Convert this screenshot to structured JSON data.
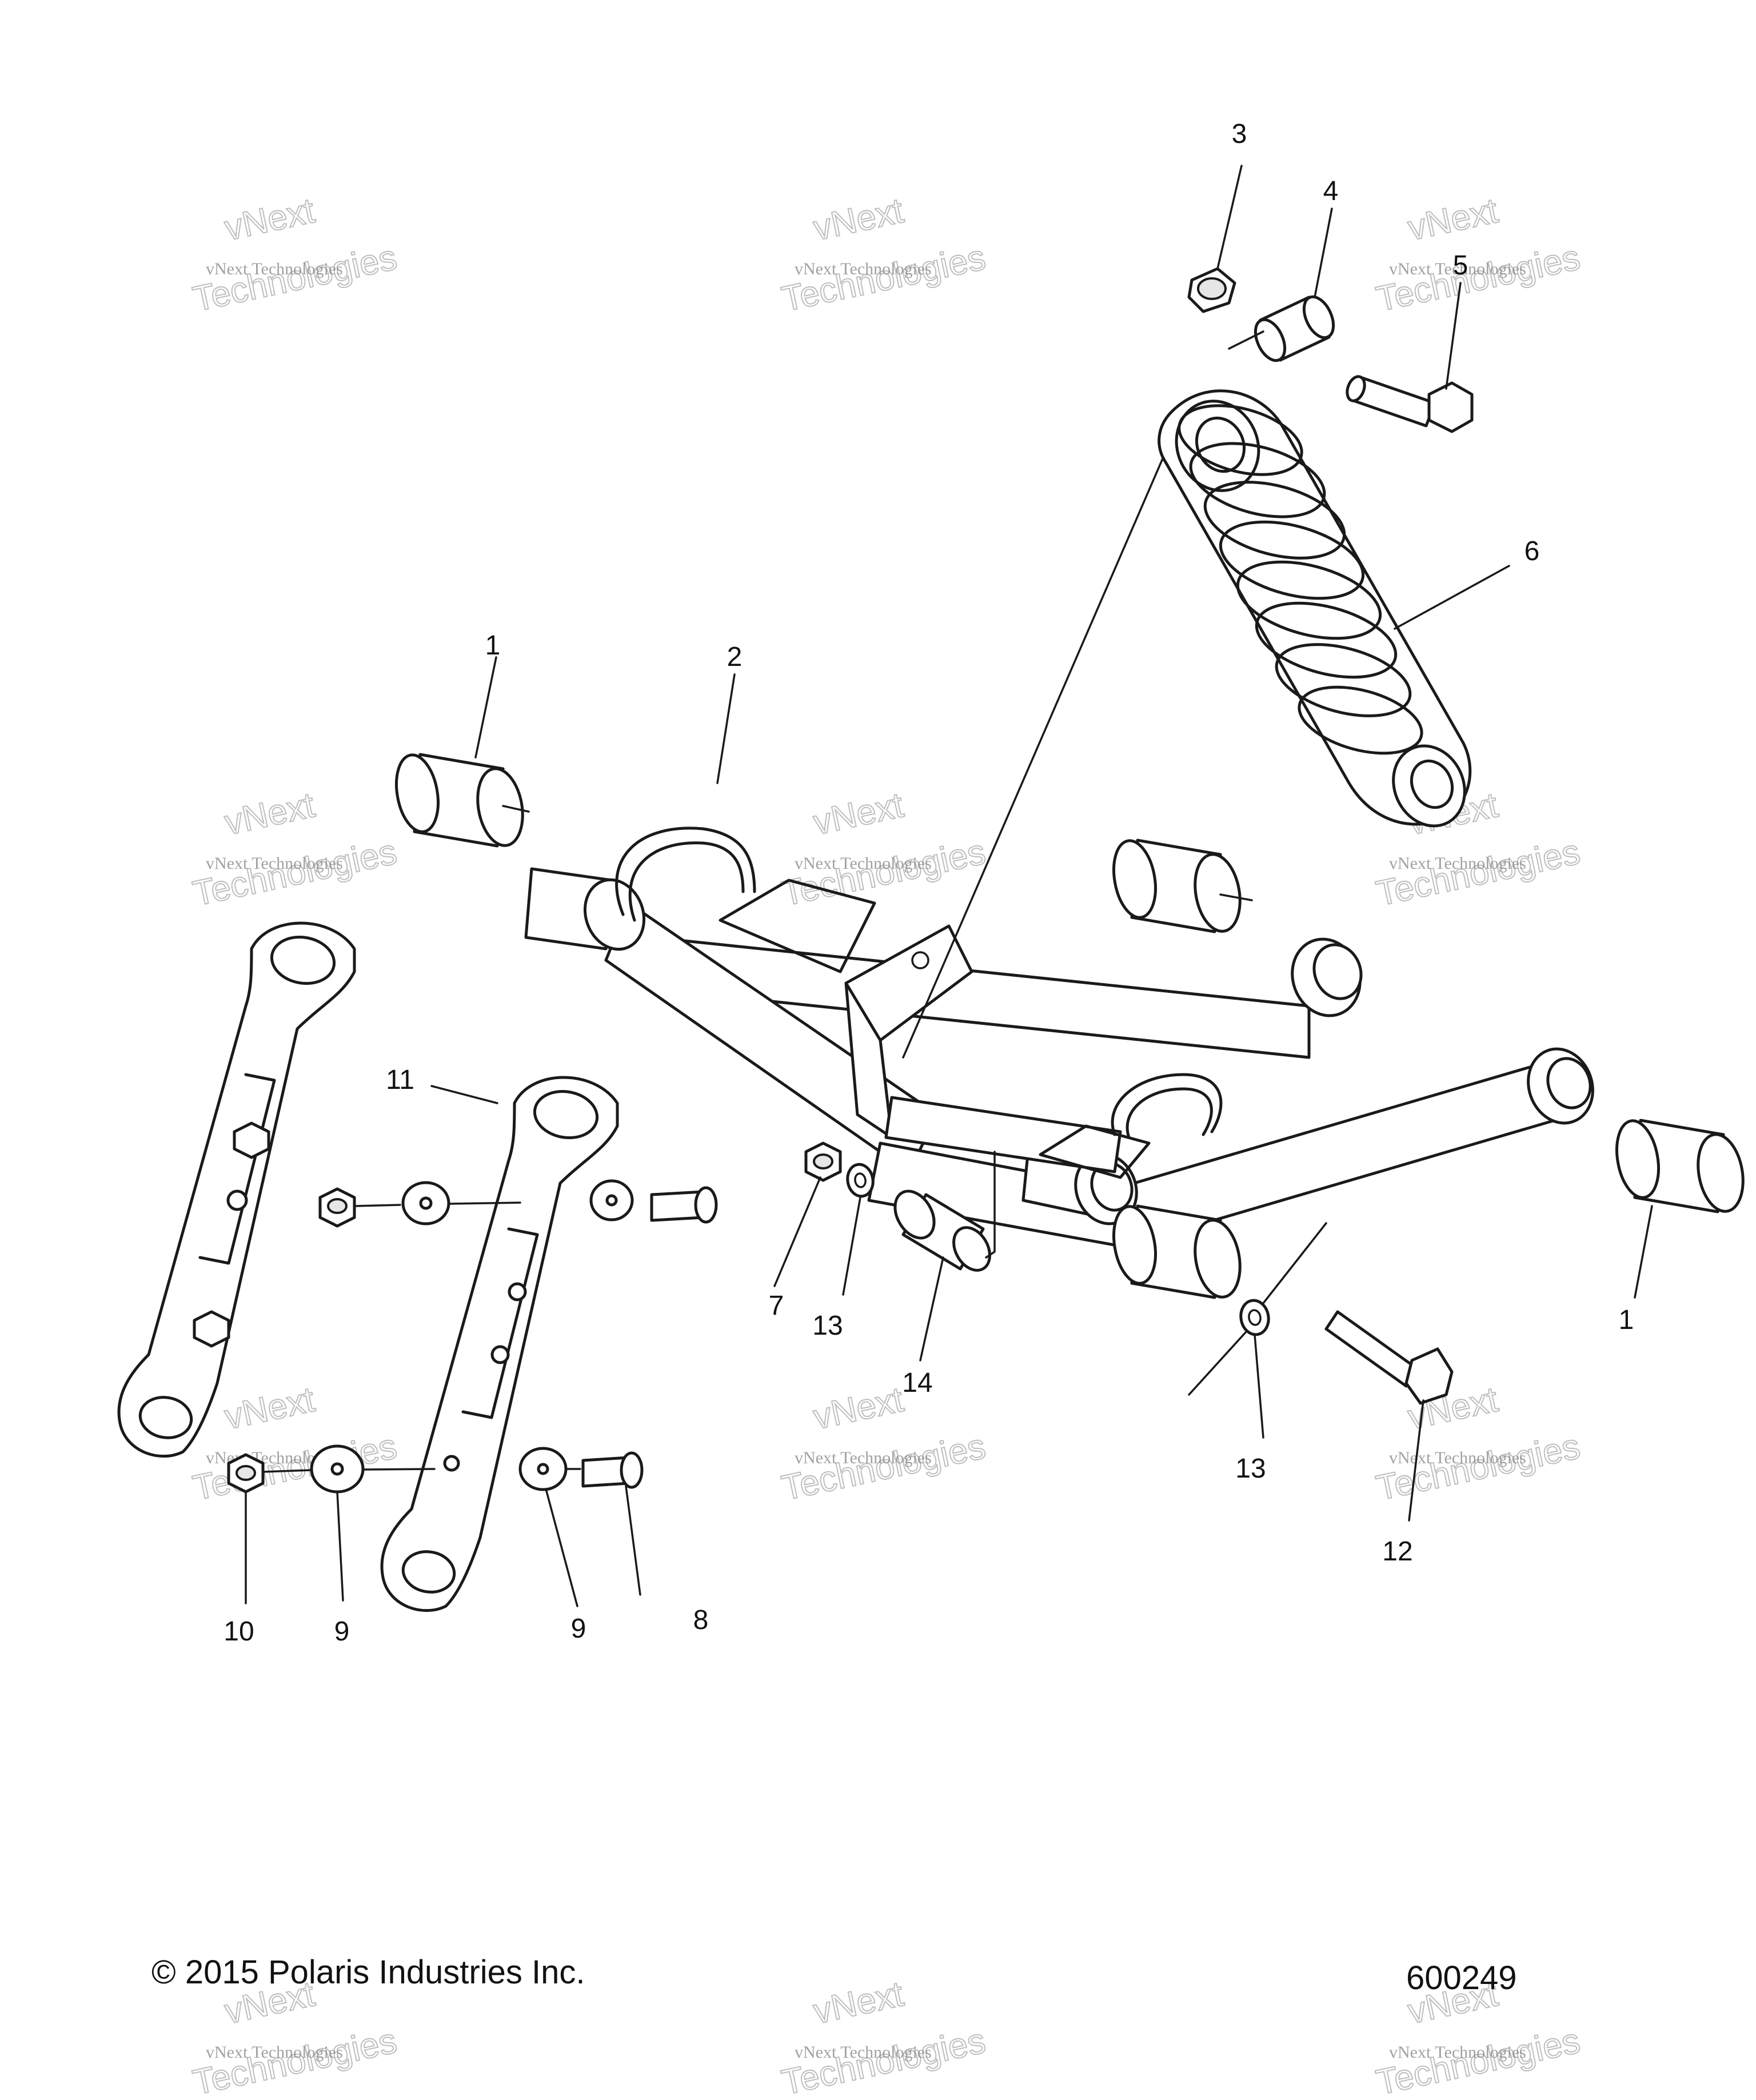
{
  "callouts": {
    "c1a": "1",
    "c1b": "1",
    "c2": "2",
    "c3": "3",
    "c4": "4",
    "c5": "5",
    "c6": "6",
    "c7": "7",
    "c8": "8",
    "c9a": "9",
    "c9b": "9",
    "c10": "10",
    "c11": "11",
    "c12": "12",
    "c13a": "13",
    "c13b": "13",
    "c14": "14"
  },
  "watermark": {
    "line_small": "vNext Technologies",
    "word_a": "vNext",
    "word_b": "Technologies"
  },
  "footer": {
    "copyright": "© 2015 Polaris Industries Inc.",
    "diagram_number": "600249"
  },
  "colors": {
    "line": "#1a1a1a",
    "background": "#ffffff",
    "watermark": "#8a8a8a"
  }
}
